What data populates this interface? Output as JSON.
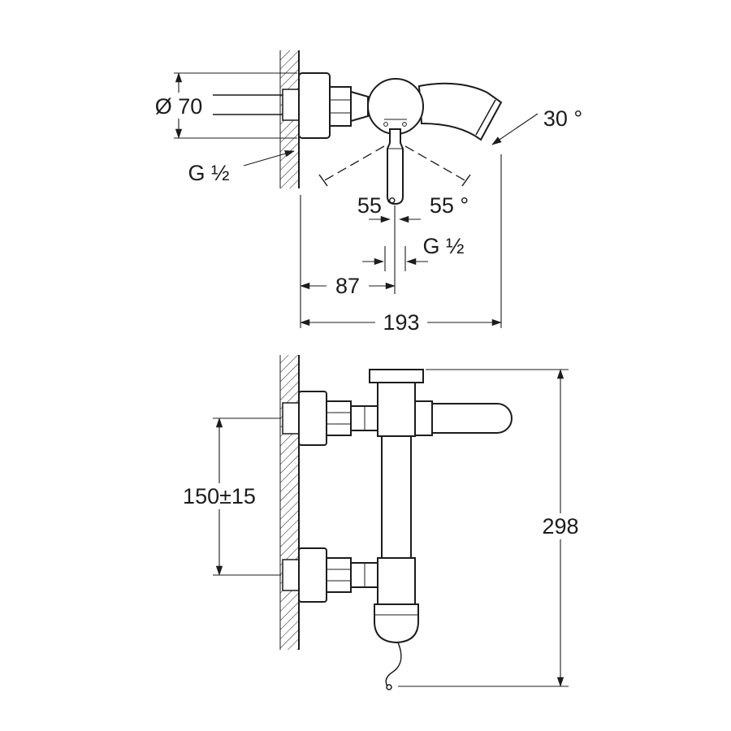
{
  "colors": {
    "line": "#1c1c1c",
    "background": "#ffffff"
  },
  "top_view": {
    "labels": {
      "flange_diameter": "Ø 70",
      "wall_thread": "G ½",
      "spout_angle": "30 °",
      "handle_swing_left": "55 °",
      "handle_swing_right": "55 °",
      "outlet_thread": "G ½",
      "wall_to_handle_center": "87",
      "wall_to_spout_tip": "193"
    }
  },
  "front_view": {
    "labels": {
      "connection_distance": "150±15",
      "overall_height": "298"
    }
  }
}
